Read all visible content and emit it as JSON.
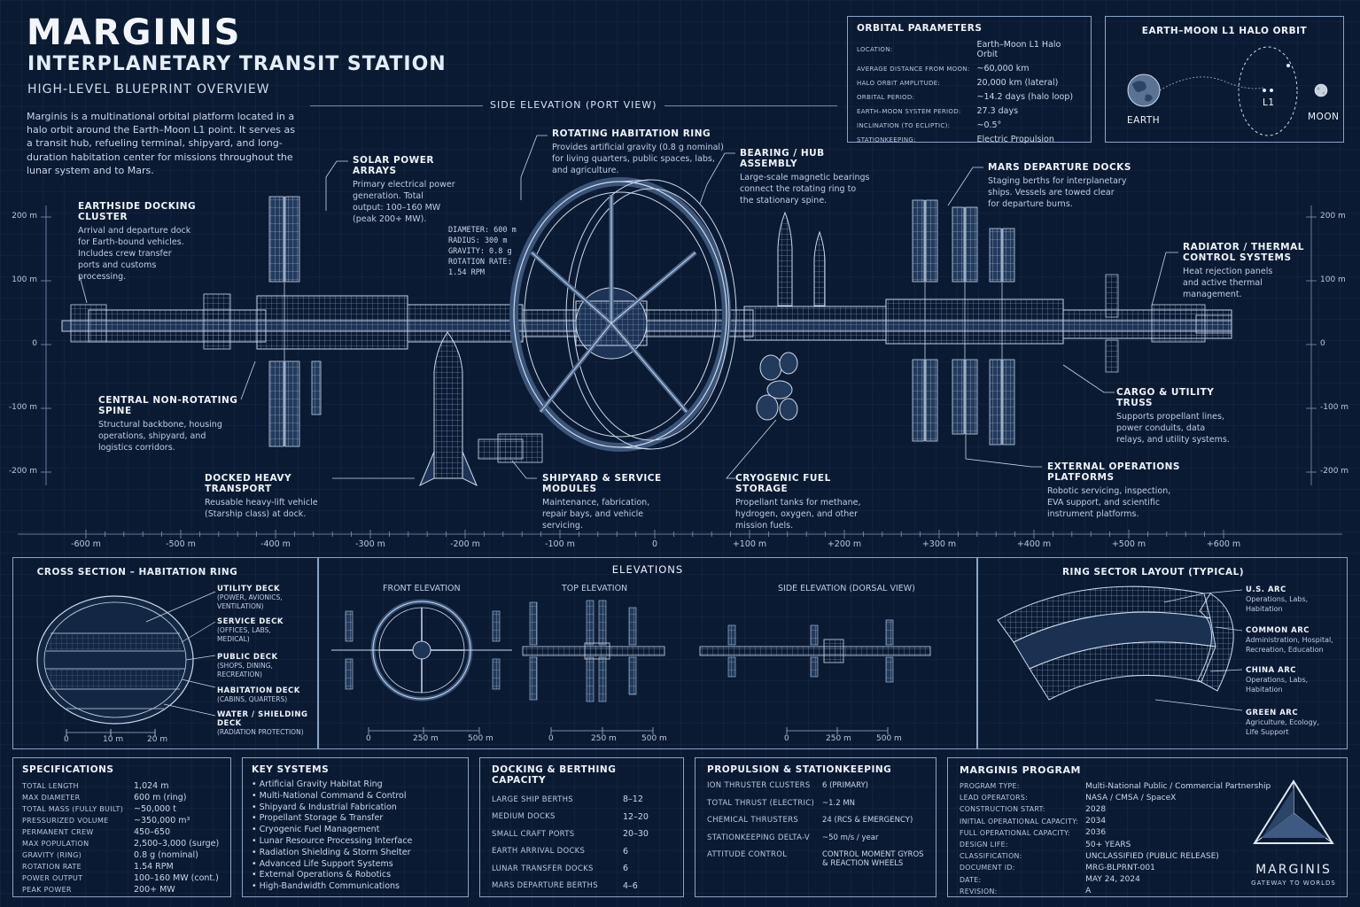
{
  "header": {
    "title": "MARGINIS",
    "subtitle": "INTERPLANETARY TRANSIT STATION",
    "tagline": "HIGH-LEVEL BLUEPRINT OVERVIEW",
    "intro": "Marginis is a multinational orbital platform located in a halo orbit around the Earth–Moon L1 point. It serves as a transit hub, refueling terminal, shipyard, and long-duration habitation center for missions throughout the lunar system and to Mars."
  },
  "side_elevation_title": "SIDE ELEVATION (PORT VIEW)",
  "orbital": {
    "title": "ORBITAL PARAMETERS",
    "rows": [
      {
        "k": "LOCATION:",
        "v": "Earth–Moon L1 Halo Orbit"
      },
      {
        "k": "AVERAGE DISTANCE FROM MOON:",
        "v": "~60,000 km"
      },
      {
        "k": "HALO ORBIT AMPLITUDE:",
        "v": "20,000 km (lateral)"
      },
      {
        "k": "ORBITAL PERIOD:",
        "v": "~14.2 days (halo loop)"
      },
      {
        "k": "EARTH–MOON SYSTEM PERIOD:",
        "v": "27.3 days"
      },
      {
        "k": "INCLINATION (TO ECLIPTIC):",
        "v": "~0.5°"
      },
      {
        "k": "STATIONKEEPING:",
        "v": "Electric Propulsion"
      }
    ]
  },
  "halo": {
    "title": "EARTH–MOON L1 HALO ORBIT",
    "earth": "EARTH",
    "l1": "L1",
    "moon": "MOON"
  },
  "callouts": {
    "solar": {
      "title": "SOLAR POWER ARRAYS",
      "text": [
        "Primary electrical power",
        "generation. Total",
        "output: 100–160 MW",
        "(peak 200+ MW)."
      ]
    },
    "ring": {
      "title": "ROTATING HABITATION RING",
      "text": [
        "Provides artificial gravity (0.8 g nominal)",
        "for living quarters, public spaces, labs,",
        "and agriculture."
      ]
    },
    "bearing": {
      "title": "BEARING / HUB ASSEMBLY",
      "text": [
        "Large-scale magnetic bearings",
        "connect the rotating ring to",
        "the stationary spine."
      ]
    },
    "mars": {
      "title": "MARS DEPARTURE DOCKS",
      "text": [
        "Staging berths for interplanetary",
        "ships. Vessels are towed clear",
        "for departure burns."
      ]
    },
    "earthside": {
      "title": "EARTHSIDE DOCKING CLUSTER",
      "text": [
        "Arrival and departure dock",
        "for Earth-bound vehicles.",
        "Includes crew transfer",
        "ports and customs",
        "processing."
      ]
    },
    "radiator": {
      "title": "RADIATOR / THERMAL\nCONTROL SYSTEMS",
      "text": [
        "Heat rejection panels",
        "and active thermal",
        "management."
      ]
    },
    "spine": {
      "title": "CENTRAL NON-ROTATING SPINE",
      "text": [
        "Structural backbone, housing",
        "operations, shipyard, and",
        "logistics corridors."
      ]
    },
    "cargo": {
      "title": "CARGO & UTILITY TRUSS",
      "text": [
        "Supports propellant lines,",
        "power conduits, data",
        "relays, and utility systems."
      ]
    },
    "transport": {
      "title": "DOCKED HEAVY TRANSPORT",
      "text": [
        "Reusable heavy-lift vehicle",
        "(Starship class) at dock."
      ]
    },
    "shipyard": {
      "title": "SHIPYARD & SERVICE MODULES",
      "text": [
        "Maintenance, fabrication,",
        "repair bays, and vehicle",
        "servicing."
      ]
    },
    "cryo": {
      "title": "CRYOGENIC FUEL STORAGE",
      "text": [
        "Propellant tanks for methane,",
        "hydrogen, oxygen, and other",
        "mission fuels."
      ]
    },
    "extops": {
      "title": "EXTERNAL OPERATIONS PLATFORMS",
      "text": [
        "Robotic servicing, inspection,",
        "EVA support, and scientific",
        "instrument platforms."
      ]
    }
  },
  "ring_specs": [
    "DIAMETER: 600 m",
    "RADIUS: 300 m",
    "GRAVITY: 0.8 g",
    "ROTATION RATE:",
    "1.54 RPM"
  ],
  "axis": {
    "y_labels": [
      "200 m",
      "100 m",
      "0",
      "-100 m",
      "-200 m"
    ],
    "x_labels": [
      "-600 m",
      "-500 m",
      "-400 m",
      "-300 m",
      "-200 m",
      "-100 m",
      "0",
      "+100 m",
      "+200 m",
      "+300 m",
      "+400 m",
      "+500 m",
      "+600 m"
    ]
  },
  "cross_section": {
    "title": "CROSS SECTION – HABITATION RING",
    "decks": [
      {
        "name": "UTILITY DECK",
        "sub": [
          "(POWER, AVIONICS,",
          "VENTILATION)"
        ]
      },
      {
        "name": "SERVICE DECK",
        "sub": [
          "(OFFICES, LABS,",
          "MEDICAL)"
        ]
      },
      {
        "name": "PUBLIC DECK",
        "sub": [
          "(SHOPS, DINING,",
          "RECREATION)"
        ]
      },
      {
        "name": "HABITATION DECK",
        "sub": [
          "(CABINS, QUARTERS)"
        ]
      },
      {
        "name": "WATER / SHIELDING DECK",
        "sub": [
          "(RADIATION PROTECTION)"
        ]
      }
    ],
    "scale": [
      "0",
      "10 m",
      "20 m"
    ]
  },
  "elevations": {
    "title": "ELEVATIONS",
    "front": "FRONT ELEVATION",
    "top": "TOP ELEVATION",
    "side": "SIDE ELEVATION (DORSAL VIEW)",
    "scale": [
      "0",
      "250 m",
      "500 m"
    ]
  },
  "sector": {
    "title": "RING SECTOR LAYOUT (TYPICAL)",
    "arcs": [
      {
        "name": "U.S. ARC",
        "sub": [
          "Operations, Labs,",
          "Habitation"
        ]
      },
      {
        "name": "COMMON ARC",
        "sub": [
          "Administration, Hospital,",
          "Recreation, Education"
        ]
      },
      {
        "name": "CHINA ARC",
        "sub": [
          "Operations, Labs,",
          "Habitation"
        ]
      },
      {
        "name": "GREEN ARC",
        "sub": [
          "Agriculture, Ecology,",
          "Life Support"
        ]
      }
    ]
  },
  "specs": {
    "title": "SPECIFICATIONS",
    "rows": [
      {
        "k": "TOTAL LENGTH",
        "v": "1,024 m"
      },
      {
        "k": "MAX DIAMETER",
        "v": "600 m (ring)"
      },
      {
        "k": "TOTAL MASS (FULLY BUILT)",
        "v": "~50,000 t"
      },
      {
        "k": "PRESSURIZED VOLUME",
        "v": "~350,000 m³"
      },
      {
        "k": "PERMANENT CREW",
        "v": "450–650"
      },
      {
        "k": "MAX POPULATION",
        "v": "2,500–3,000 (surge)"
      },
      {
        "k": "GRAVITY (RING)",
        "v": "0.8 g (nominal)"
      },
      {
        "k": "ROTATION RATE",
        "v": "1.54 RPM"
      },
      {
        "k": "POWER OUTPUT",
        "v": "100–160 MW (cont.)"
      },
      {
        "k": "PEAK POWER",
        "v": "200+ MW"
      }
    ]
  },
  "key_systems": {
    "title": "KEY SYSTEMS",
    "items": [
      "Artificial Gravity Habitat Ring",
      "Multi-National Command & Control",
      "Shipyard & Industrial Fabrication",
      "Propellant Storage & Transfer",
      "Cryogenic Fuel Management",
      "Lunar Resource Processing Interface",
      "Radiation Shielding & Storm Shelter",
      "Advanced Life Support Systems",
      "External Operations & Robotics",
      "High-Bandwidth Communications"
    ]
  },
  "docking": {
    "title": "DOCKING & BERTHING CAPACITY",
    "rows": [
      {
        "k": "LARGE SHIP BERTHS",
        "v": "8–12"
      },
      {
        "k": "MEDIUM DOCKS",
        "v": "12–20"
      },
      {
        "k": "SMALL CRAFT PORTS",
        "v": "20–30"
      },
      {
        "k": "EARTH ARRIVAL DOCKS",
        "v": "6"
      },
      {
        "k": "LUNAR TRANSFER DOCKS",
        "v": "6"
      },
      {
        "k": "MARS DEPARTURE BERTHS",
        "v": "4–6"
      }
    ]
  },
  "propulsion": {
    "title": "PROPULSION & STATIONKEEPING",
    "rows": [
      {
        "k": "ION THRUSTER CLUSTERS",
        "v": "6 (PRIMARY)"
      },
      {
        "k": "TOTAL THRUST (ELECTRIC)",
        "v": "~1.2 MN"
      },
      {
        "k": "CHEMICAL THRUSTERS",
        "v": "24 (RCS & EMERGENCY)"
      },
      {
        "k": "STATIONKEEPING DELTA-V",
        "v": "~50 m/s / year"
      },
      {
        "k": "ATTITUDE CONTROL",
        "v": "CONTROL MOMENT GYROS\n& REACTION WHEELS"
      }
    ]
  },
  "program": {
    "title": "MARGINIS PROGRAM",
    "rows": [
      {
        "k": "PROGRAM TYPE:",
        "v": "Multi-National Public / Commercial Partnership"
      },
      {
        "k": "LEAD OPERATORS:",
        "v": "NASA / CMSA / SpaceX"
      },
      {
        "k": "CONSTRUCTION START:",
        "v": "2028"
      },
      {
        "k": "INITIAL OPERATIONAL CAPACITY:",
        "v": "2034"
      },
      {
        "k": "FULL OPERATIONAL CAPACITY:",
        "v": "2036"
      },
      {
        "k": "DESIGN LIFE:",
        "v": "50+ YEARS"
      },
      {
        "k": "CLASSIFICATION:",
        "v": "UNCLASSIFIED (PUBLIC RELEASE)"
      },
      {
        "k": "DOCUMENT ID:",
        "v": "MRG-BLPRNT-001"
      },
      {
        "k": "DATE:",
        "v": "MAY 24, 2024"
      },
      {
        "k": "REVISION:",
        "v": "A"
      }
    ],
    "logo": "MARGINIS",
    "logo_tag": "GATEWAY TO WORLDS"
  },
  "colors": {
    "bg": "#0b1a33",
    "line": "#8aa3c4",
    "text": "#d6e2f2"
  }
}
